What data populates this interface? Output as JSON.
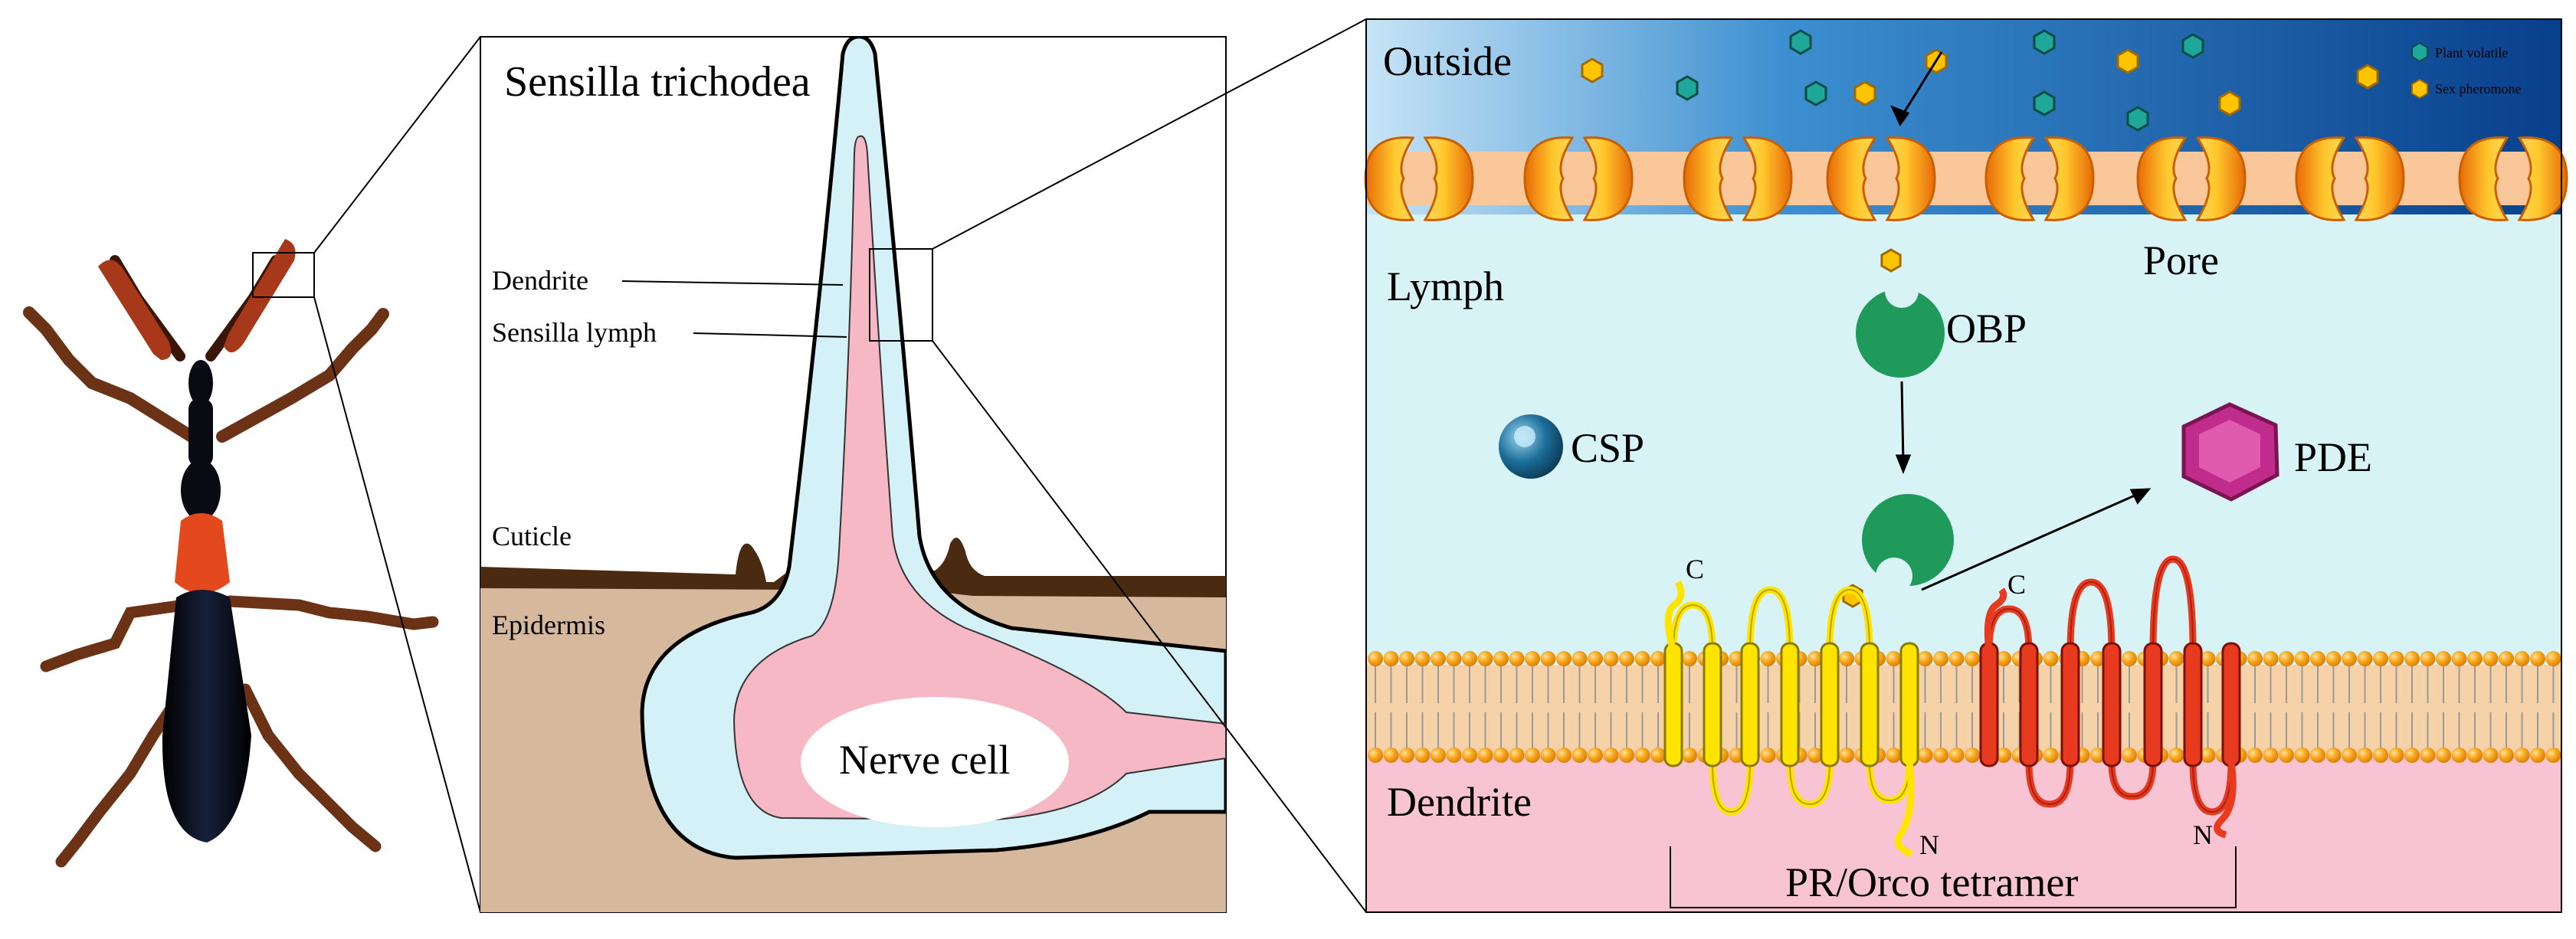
{
  "panel_sensilla": {
    "title": "Sensilla trichodea",
    "labels": {
      "dendrite": "Dendrite",
      "sensilla_lymph": "Sensilla lymph",
      "cuticle": "Cuticle",
      "epidermis": "Epidermis",
      "nerve_cell": "Nerve cell"
    }
  },
  "panel_molecular": {
    "regions": {
      "outside": "Outside",
      "lymph": "Lymph",
      "dendrite": "Dendrite"
    },
    "labels": {
      "pore": "Pore",
      "obp": "OBP",
      "csp": "CSP",
      "pde": "PDE",
      "c_term_1": "C",
      "c_term_2": "C",
      "n_term_1": "N",
      "n_term_2": "N",
      "tetramer": "PR/Orco tetramer"
    },
    "legend": [
      {
        "label": "Plant volatile",
        "color": "#1fa89a",
        "icon": "plant-volatile-hexagon"
      },
      {
        "label": "Sex pheromone",
        "color": "#ffc400",
        "icon": "sex-pheromone-hexagon"
      }
    ]
  },
  "colors": {
    "outside_dark": "#0a4ea0",
    "outside_light": "#bfe0f5",
    "lymph": "#d7f3f6",
    "dendrite": "#f8c3d2",
    "membrane_lipid": "#f4a21c",
    "pore_channel": "#ffc72c",
    "pore_channel_edge": "#ee7a0c",
    "obp": "#1f9a5a",
    "csp": "#1d6f9a",
    "pde": "#c02c8c",
    "receptor_yellow": "#ffe400",
    "receptor_red": "#e83a1e",
    "cuticle": "#4a2a10",
    "epidermis": "#d6b99c",
    "sensilla_lymph": "#d3f1f6",
    "dendrite_pink": "#f7b8c5"
  }
}
